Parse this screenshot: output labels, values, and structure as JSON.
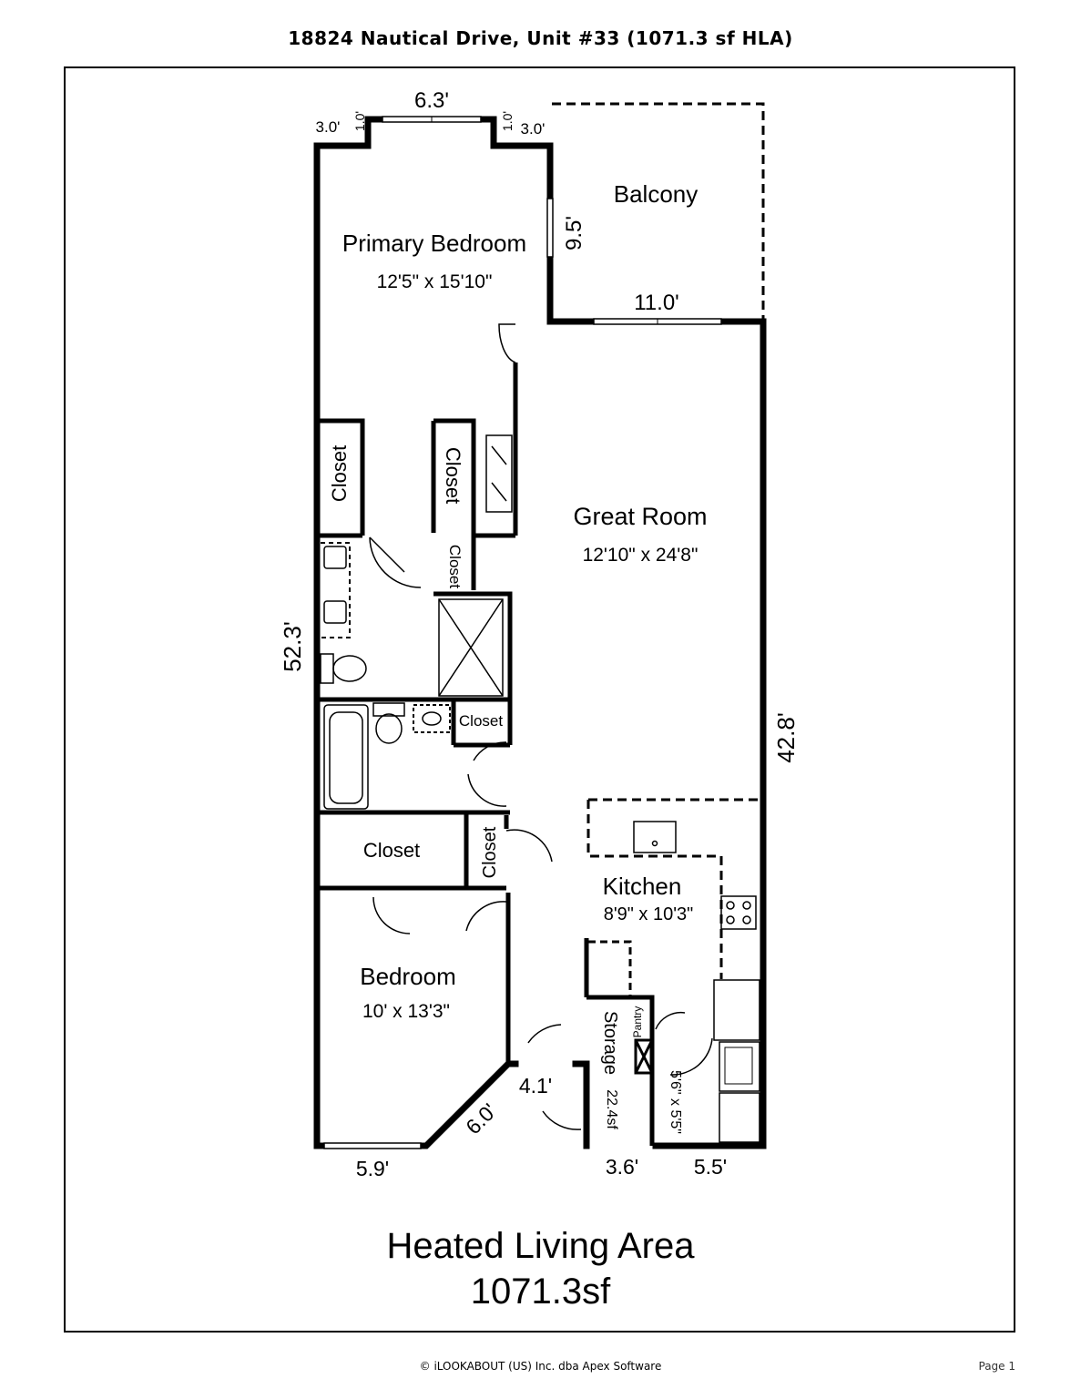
{
  "header": {
    "title": "18824 Nautical Drive, Unit #33 (1071.3 sf HLA)"
  },
  "rooms": {
    "primary_bedroom": {
      "name": "Primary Bedroom",
      "size": "12'5\" x 15'10\""
    },
    "balcony": {
      "name": "Balcony"
    },
    "great_room": {
      "name": "Great Room",
      "size": "12'10\" x 24'8\""
    },
    "kitchen": {
      "name": "Kitchen",
      "size": "8'9\" x 10'3\""
    },
    "bedroom": {
      "name": "Bedroom",
      "size": "10' x 13'3\""
    },
    "closet": "Closet",
    "storage": {
      "name": "Storage",
      "size": "22.4sf"
    },
    "pantry": {
      "name": "Pantry",
      "size": "5'6\" x 5'5\""
    }
  },
  "dimensions": {
    "top_window": "6.3'",
    "left_jog": "3.0'",
    "left_jog_depth": "1.0'",
    "right_jog_depth": "1.0'",
    "right_jog": "3.0'",
    "balcony_depth": "9.5'",
    "balcony_width": "11.0'",
    "left_total": "52.3'",
    "right_total": "42.8'",
    "angle_short": "4.1'",
    "angle_wall": "6.0'",
    "bottom_left": "5.9'",
    "bottom_storage": "3.6'",
    "bottom_right": "5.5'"
  },
  "area": {
    "label": "Heated Living Area",
    "value": "1071.3sf"
  },
  "footer": {
    "copyright": "© iLOOKABOUT (US) Inc. dba Apex Software",
    "page": "Page 1"
  }
}
